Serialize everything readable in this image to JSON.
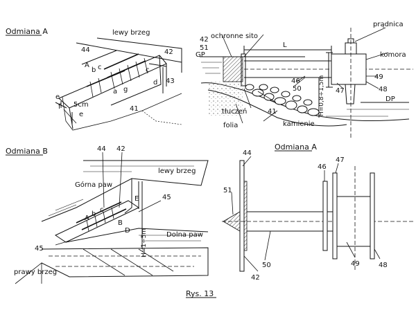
{
  "labels": {
    "odmiana_a_top": "Odmiana A",
    "odmiana_b": "Odmiana B",
    "odmiana_a_bottom": "Odmiana A",
    "caption": "Rys. 13",
    "lewy_brzeg_1": "lewy brzeg",
    "lewy_brzeg_2": "lewy brzeg",
    "prawy_brzeg": "prawy brzeg",
    "gorna_paw": "Górna paw",
    "dolna_paw": "Dolna paw",
    "gp": "GP",
    "dp": "DP",
    "ochronne_sito": "ochronne sito",
    "pradnica": "prądnica",
    "komora": "komora",
    "kamienie": "kamienie",
    "tluczen": "tłuczeń",
    "folia": "folia",
    "dim_L": "L",
    "dim_H": "H=0,8÷1,5m",
    "dim_H2": "H=1÷5m",
    "dim_5cm": "5cm",
    "a": "a",
    "b": "b",
    "c": "c",
    "d": "d",
    "e": "e",
    "f": "f",
    "g": "g",
    "A": "A",
    "B": "B",
    "C": "C",
    "D": "D",
    "E": "E",
    "n41": "41",
    "n42": "42",
    "n43": "43",
    "n44": "44",
    "n45": "45",
    "n46": "46",
    "n47": "47",
    "n48": "48",
    "n49": "49",
    "n50": "50",
    "n51": "51"
  }
}
